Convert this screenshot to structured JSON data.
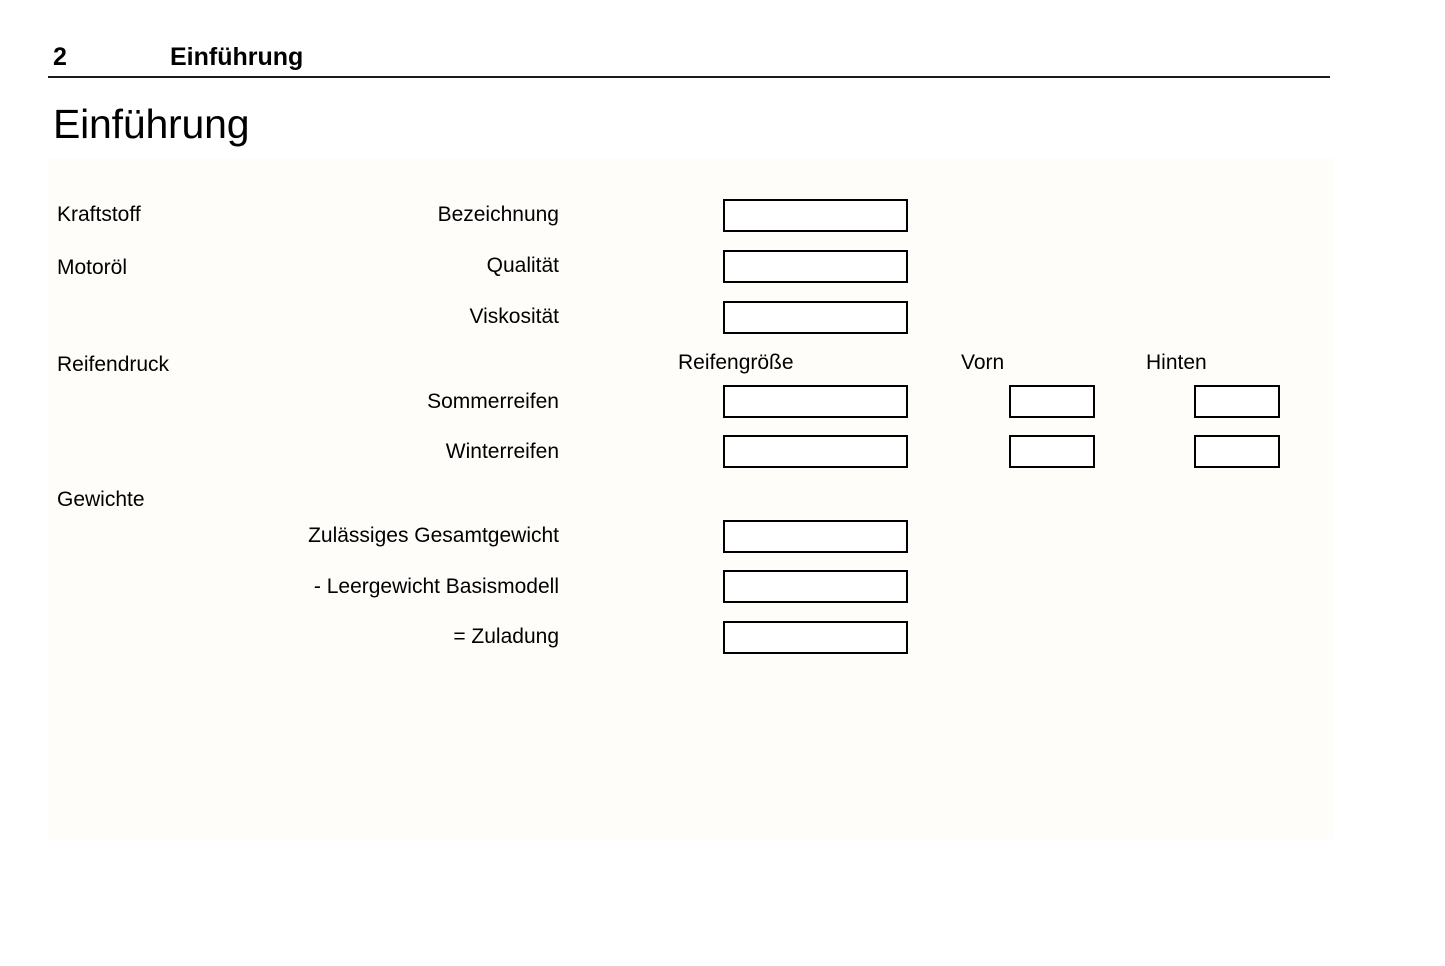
{
  "header": {
    "page_number": "2",
    "chapter": "Einführung"
  },
  "title": "Einführung",
  "sections": {
    "fuel": {
      "label": "Kraftstoff",
      "fields": [
        {
          "label": "Bezeichnung",
          "value": ""
        }
      ]
    },
    "engine_oil": {
      "label": "Motoröl",
      "fields": [
        {
          "label": "Qualität",
          "value": ""
        },
        {
          "label": "Viskosität",
          "value": ""
        }
      ]
    },
    "tire_pressure": {
      "label": "Reifendruck",
      "columns": [
        {
          "name": "tire-size",
          "header": "Reifengröße"
        },
        {
          "name": "front",
          "header": "Vorn"
        },
        {
          "name": "rear",
          "header": "Hinten"
        }
      ],
      "rows": [
        {
          "label": "Sommerreifen",
          "size": "",
          "front": "",
          "rear": ""
        },
        {
          "label": "Winterreifen",
          "size": "",
          "front": "",
          "rear": ""
        }
      ]
    },
    "weights": {
      "label": "Gewichte",
      "fields": [
        {
          "label": "Zulässiges Gesamtgewicht",
          "value": ""
        },
        {
          "label": "- Leergewicht Basismodell",
          "value": ""
        },
        {
          "label": "= Zuladung",
          "value": ""
        }
      ]
    }
  },
  "colors": {
    "text": "#000000",
    "rule": "#1a1a1a",
    "panel_background": "#fffdf9",
    "page_background": "#ffffff",
    "box_border": "#000000"
  }
}
